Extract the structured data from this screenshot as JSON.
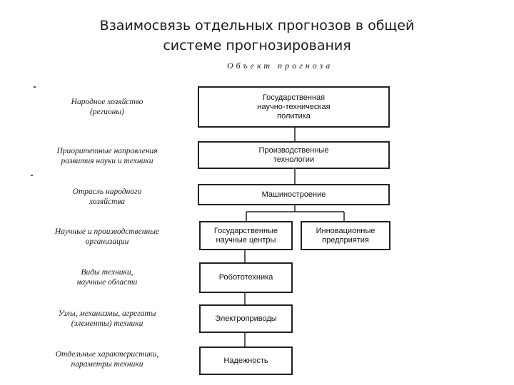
{
  "title": {
    "line1": "Взаимосвязь отдельных прогнозов в общей",
    "line2": "системе прогнозирования"
  },
  "object_label": "Объект прогноза",
  "left_labels": [
    {
      "line1": "Народное хозяйство",
      "line2": "(регионы)"
    },
    {
      "line1": "Приоритетные направления",
      "line2": "развития науки и техники"
    },
    {
      "line1": "Отрасль народного",
      "line2": "хозяйства"
    },
    {
      "line1": "Научные и производственные",
      "line2": "организации"
    },
    {
      "line1": "Виды техники,",
      "line2": "научные области"
    },
    {
      "line1": "Узлы, механизмы, агрегаты",
      "line2": "(элементы) техники"
    },
    {
      "line1": "Отдельные характеристики,",
      "line2": "параметры техники"
    }
  ],
  "boxes": {
    "state_policy": {
      "line1": "Государственная",
      "line2": "научно-техническая",
      "line3": "политика"
    },
    "production_tech": {
      "line1": "Производственные",
      "line2": "технологии"
    },
    "machine_building": {
      "line1": "Машиностроение"
    },
    "state_science_centers": {
      "line1": "Государственные",
      "line2": "научные центры"
    },
    "innovation_enterprises": {
      "line1": "Инновационные",
      "line2": "предприятия"
    },
    "robotics": {
      "line1": "Робототехника"
    },
    "electric_drives": {
      "line1": "Электроприводы"
    },
    "reliability": {
      "line1": "Надежность"
    }
  }
}
